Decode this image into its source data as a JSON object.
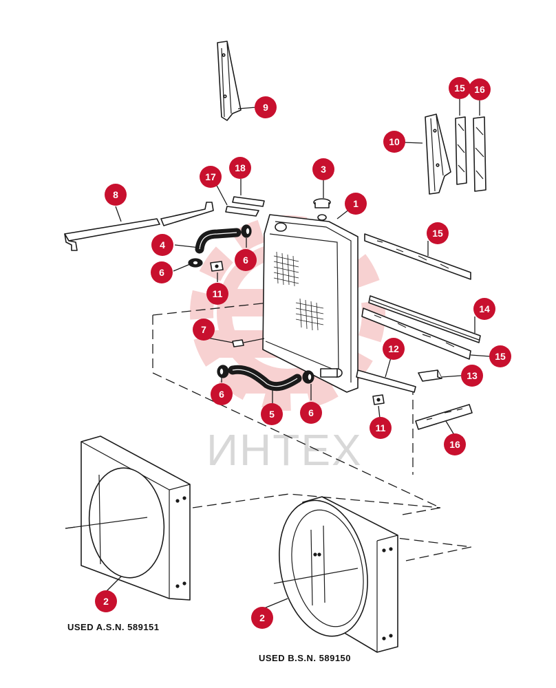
{
  "colors": {
    "callout": "#c8102e",
    "line": "#1a1a1a",
    "watermark_gear": "#f4c7c7",
    "watermark_text": "#d8d8d8"
  },
  "watermark": {
    "text": "ИНТЕХ",
    "icon": "gear-logo"
  },
  "captions": {
    "shroud_left": "USED  A.S.N.  589151",
    "shroud_right": "USED  B.S.N.  589150"
  },
  "callouts": [
    {
      "id": "c1",
      "label": "1",
      "part": "radiator"
    },
    {
      "id": "c2a",
      "label": "2",
      "part": "fan-shroud-asn"
    },
    {
      "id": "c2b",
      "label": "2",
      "part": "fan-shroud-bsn"
    },
    {
      "id": "c3",
      "label": "3",
      "part": "radiator-cap"
    },
    {
      "id": "c4",
      "label": "4",
      "part": "upper-hose"
    },
    {
      "id": "c5",
      "label": "5",
      "part": "lower-hose"
    },
    {
      "id": "c6a",
      "label": "6",
      "part": "hose-clamp"
    },
    {
      "id": "c6b",
      "label": "6",
      "part": "hose-clamp"
    },
    {
      "id": "c6c",
      "label": "6",
      "part": "hose-clamp"
    },
    {
      "id": "c6d",
      "label": "6",
      "part": "hose-clamp"
    },
    {
      "id": "c7",
      "label": "7",
      "part": "drain-cock"
    },
    {
      "id": "c8",
      "label": "8",
      "part": "top-brace-rod"
    },
    {
      "id": "c9",
      "label": "9",
      "part": "left-side-support"
    },
    {
      "id": "c10",
      "label": "10",
      "part": "right-side-support"
    },
    {
      "id": "c11a",
      "label": "11",
      "part": "mounting-clip"
    },
    {
      "id": "c11b",
      "label": "11",
      "part": "mounting-clip"
    },
    {
      "id": "c12",
      "label": "12",
      "part": "bottom-support-bar"
    },
    {
      "id": "c13",
      "label": "13",
      "part": "bracket"
    },
    {
      "id": "c14",
      "label": "14",
      "part": "angle-channel"
    },
    {
      "id": "c15a",
      "label": "15",
      "part": "seal-strip"
    },
    {
      "id": "c15b",
      "label": "15",
      "part": "seal-strip"
    },
    {
      "id": "c15c",
      "label": "15",
      "part": "seal-strip"
    },
    {
      "id": "c16a",
      "label": "16",
      "part": "seal-block"
    },
    {
      "id": "c16b",
      "label": "16",
      "part": "seal-block"
    },
    {
      "id": "c17",
      "label": "17",
      "part": "spacer-plate"
    },
    {
      "id": "c18",
      "label": "18",
      "part": "pad"
    }
  ]
}
